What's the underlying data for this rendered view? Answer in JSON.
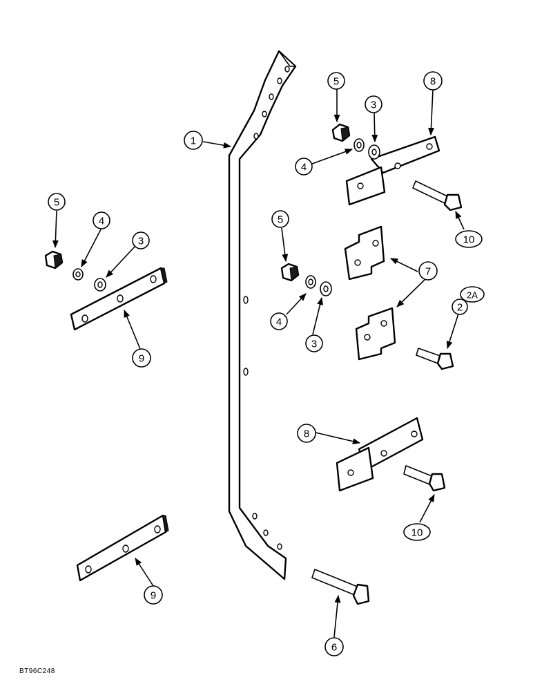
{
  "figure_code": "BT96C248",
  "callouts": {
    "c1": "1",
    "c2": "2",
    "c2a": "2A",
    "c3_upper": "3",
    "c3_left": "3",
    "c3_middle": "3",
    "c4_upper": "4",
    "c4_left": "4",
    "c4_middle": "4",
    "c5_upper": "5",
    "c5_left": "5",
    "c5_middle": "5",
    "c6": "6",
    "c7": "7",
    "c8_upper": "8",
    "c8_lower": "8",
    "c9_left": "9",
    "c9_lower": "9",
    "c10_upper": "10",
    "c10_lower": "10"
  }
}
